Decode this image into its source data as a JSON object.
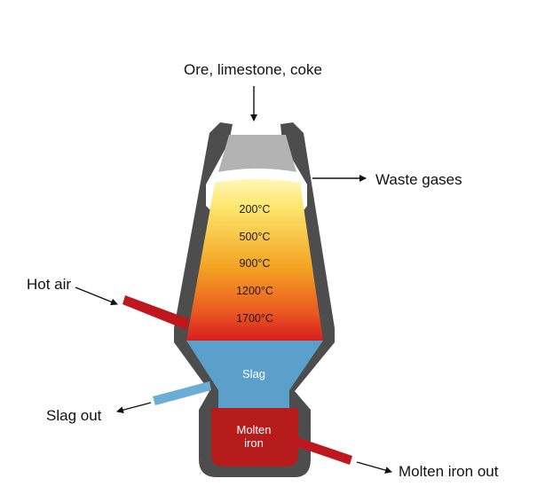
{
  "labels": {
    "input": "Ore, limestone, coke",
    "waste": "Waste gases",
    "hot_air": "Hot air",
    "slag_out": "Slag out",
    "molten_out": "Molten iron out",
    "slag": "Slag",
    "molten_iron_line1": "Molten",
    "molten_iron_line2": "iron"
  },
  "temperatures": [
    "200°C",
    "500°C",
    "900°C",
    "1200°C",
    "1700°C"
  ],
  "colors": {
    "wall": "#4d4d4d",
    "charge": "#b3b3b3",
    "slag": "#5b9fcb",
    "slag_pipe": "#6aaed6",
    "molten_iron": "#b71c1c",
    "pipe_red": "#c0161d",
    "gradient_top": "#fff7b5",
    "gradient_mid": "#f4a323",
    "gradient_bottom": "#d81e1e"
  }
}
